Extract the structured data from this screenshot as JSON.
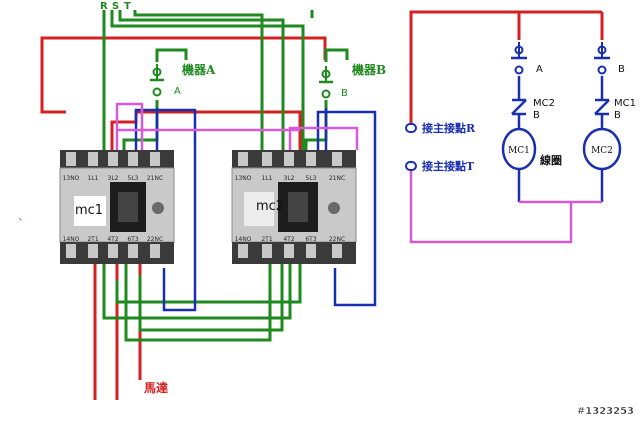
{
  "labels": {
    "phase_r": "R",
    "phase_s": "S",
    "phase_t": "T",
    "machine_a": "機器A",
    "machine_b": "機器B",
    "switch_a_letter": "A",
    "switch_b_letter": "B",
    "contactor_1": "mc1",
    "contactor_2": "mc2",
    "motor": "馬達",
    "stray_mark": "`",
    "watermark": "#1323253"
  },
  "terminals": {
    "top": [
      "13NO",
      "1L1",
      "3L2",
      "5L3",
      "21NC"
    ],
    "bottom": [
      "14NO",
      "2T1",
      "4T2",
      "6T3",
      "22NC"
    ]
  },
  "schematic": {
    "main_contact_r": "接主接點R",
    "main_contact_t": "接主接點T",
    "switch_a_label": "A",
    "switch_b_label": "B",
    "interlock_1_name": "MC2",
    "interlock_1_letter": "B",
    "interlock_2_name": "MC1",
    "interlock_2_letter": "B",
    "coil_1": "MC1",
    "coil_2": "MC2",
    "coil_caption": "線圈"
  },
  "colors": {
    "red": "#d42020",
    "green": "#1f8a1f",
    "blue": "#1a2fb0",
    "magenta": "#d65ad6",
    "body": "#c9c9c9",
    "dark": "#2b2b2b"
  }
}
